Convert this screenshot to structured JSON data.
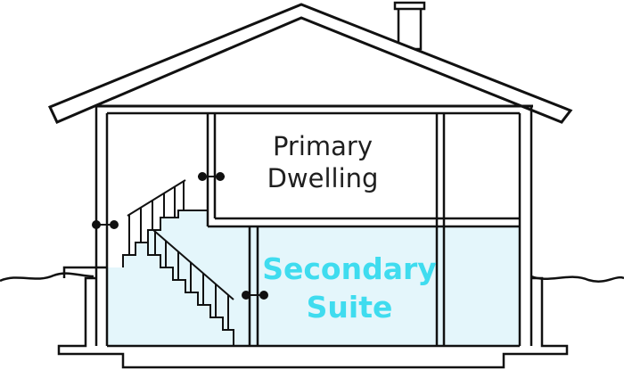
{
  "labels": {
    "primary": [
      "Primary",
      "Dwelling"
    ],
    "secondary": [
      "Secondary",
      "Suite"
    ]
  },
  "colors": {
    "line": "#111111",
    "suite_fill": "#e4f6fb",
    "suite_text": "#3fdcef",
    "primary_text": "#1f1f1f",
    "background": "#ffffff"
  },
  "icons": {
    "door_handle": "door-handle-icon"
  }
}
